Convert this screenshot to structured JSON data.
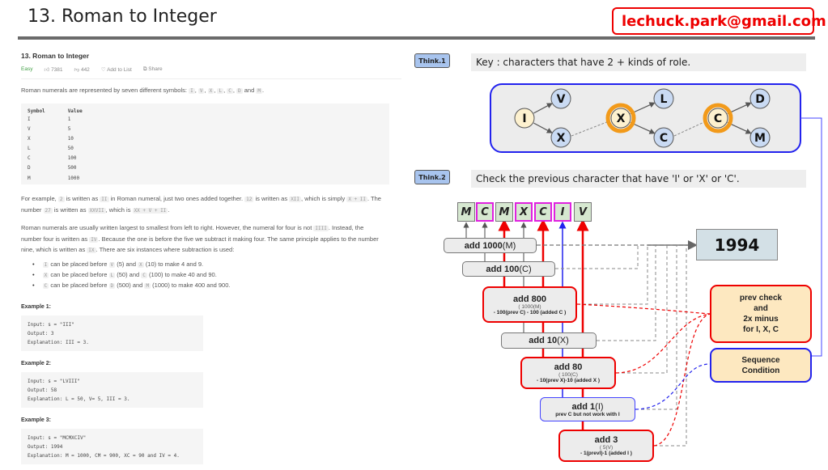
{
  "header": {
    "title": "13. Roman to Integer",
    "email": "lechuck.park@gmail.com"
  },
  "problem": {
    "title": "13. Roman to Integer",
    "difficulty": "Easy",
    "likes": "7381",
    "dislikes": "442",
    "add_to_list": "Add to List",
    "share": "Share",
    "intro_prefix": "Roman numerals are represented by seven different symbols:",
    "intro_symbols": [
      "I",
      "V",
      "X",
      "L",
      "C",
      "D",
      "M"
    ],
    "table": {
      "headers": [
        "Symbol",
        "Value"
      ],
      "rows": [
        [
          "I",
          "1"
        ],
        [
          "V",
          "5"
        ],
        [
          "X",
          "10"
        ],
        [
          "L",
          "50"
        ],
        [
          "C",
          "100"
        ],
        [
          "D",
          "500"
        ],
        [
          "M",
          "1000"
        ]
      ]
    },
    "para1_line1_parts": [
      "For example,",
      "2",
      "is written as",
      "II",
      "in Roman numeral, just two ones added together.",
      "12",
      "is written as",
      "XII",
      ", which is simply",
      "X + II",
      ". The"
    ],
    "para1_line2_parts": [
      "number",
      "27",
      "is written as",
      "XXVII",
      ", which is",
      "XX + V + II",
      "."
    ],
    "para2_line1": "Roman numerals are usually written largest to smallest from left to right. However, the numeral for four is not",
    "para2_code1": "IIII",
    "para2_line1_end": ". Instead, the",
    "para2_line2": "number four is written as",
    "para2_code2": "IV",
    "para2_line2_end": ". Because the one is before the five we subtract it making four. The same principle applies to the number",
    "para2_line3": "nine, which is written as",
    "para2_code3": "IX",
    "para2_line3_end": ". There are six instances where subtraction is used:",
    "bullets": [
      {
        "a": "I",
        "t1": "can be placed before",
        "b": "V",
        "t2": "(5) and",
        "c": "X",
        "t3": "(10) to make 4 and 9."
      },
      {
        "a": "X",
        "t1": "can be placed before",
        "b": "L",
        "t2": "(50) and",
        "c": "C",
        "t3": "(100) to make 40 and 90."
      },
      {
        "a": "C",
        "t1": "can be placed before",
        "b": "D",
        "t2": "(500) and",
        "c": "M",
        "t3": "(1000) to make 400 and 900."
      }
    ],
    "examples": [
      {
        "heading": "Example 1:",
        "input": "Input: s = \"III\"",
        "output": "Output: 3",
        "explanation": "Explanation: III = 3."
      },
      {
        "heading": "Example 2:",
        "input": "Input: s = \"LVIII\"",
        "output": "Output: 58",
        "explanation": "Explanation: L = 50, V= 5, III = 3."
      },
      {
        "heading": "Example 3:",
        "input": "Input: s = \"MCMXCIV\"",
        "output": "Output: 1994",
        "explanation": "Explanation: M = 1000, CM = 900, XC = 90 and IV = 4."
      }
    ]
  },
  "think1": {
    "tag": "Think.1",
    "text": "Key : characters that have 2 + kinds of role.",
    "nodes": {
      "i": "I",
      "v": "V",
      "x1": "X",
      "x2": "X",
      "l": "L",
      "c1": "C",
      "c2": "C",
      "d": "D",
      "m": "M"
    }
  },
  "think2": {
    "tag": "Think.2",
    "text": "Check the previous character that have 'I' or 'X' or 'C'.",
    "sequence": [
      "M",
      "C",
      "M",
      "X",
      "C",
      "I",
      "V"
    ],
    "highlighted": [
      1,
      3,
      4,
      5
    ],
    "result": "1994",
    "steps": [
      {
        "main": "add 1000",
        "paren": "(M)"
      },
      {
        "main": "add 100",
        "paren": "(C)"
      },
      {
        "main": "add 800",
        "sub": "( 1000(M)",
        "sub2": "- 100(prev C) - 100 (added C )"
      },
      {
        "main": "add 10",
        "paren": "(X)"
      },
      {
        "main": "add 80",
        "sub": "( 100(C)",
        "sub2": "- 10(prev X)-10 (added X )"
      },
      {
        "main": "add 1",
        "paren": "(I)",
        "sub2": "prev C but not work with I"
      },
      {
        "main": "add 3",
        "sub": "( 5(V)",
        "sub2": "- 1(prevI)-1 (added I )"
      }
    ],
    "note_prev_check": [
      "prev check",
      "and",
      "2x minus",
      "for I, X, C"
    ],
    "note_sequence": [
      "Sequence",
      "Condition"
    ]
  },
  "colors": {
    "red": "#ee0000",
    "blue": "#2222ee",
    "node_blue": "#c9daf3",
    "node_cream": "#fdf1cf",
    "orange_ring": "#f29a1a",
    "cell_green": "#d6e8d0",
    "highlight_magenta": "#e020e0",
    "result_bg": "#d3e0e6",
    "note_bg": "#fde8c0",
    "easy_green": "#43a047"
  }
}
